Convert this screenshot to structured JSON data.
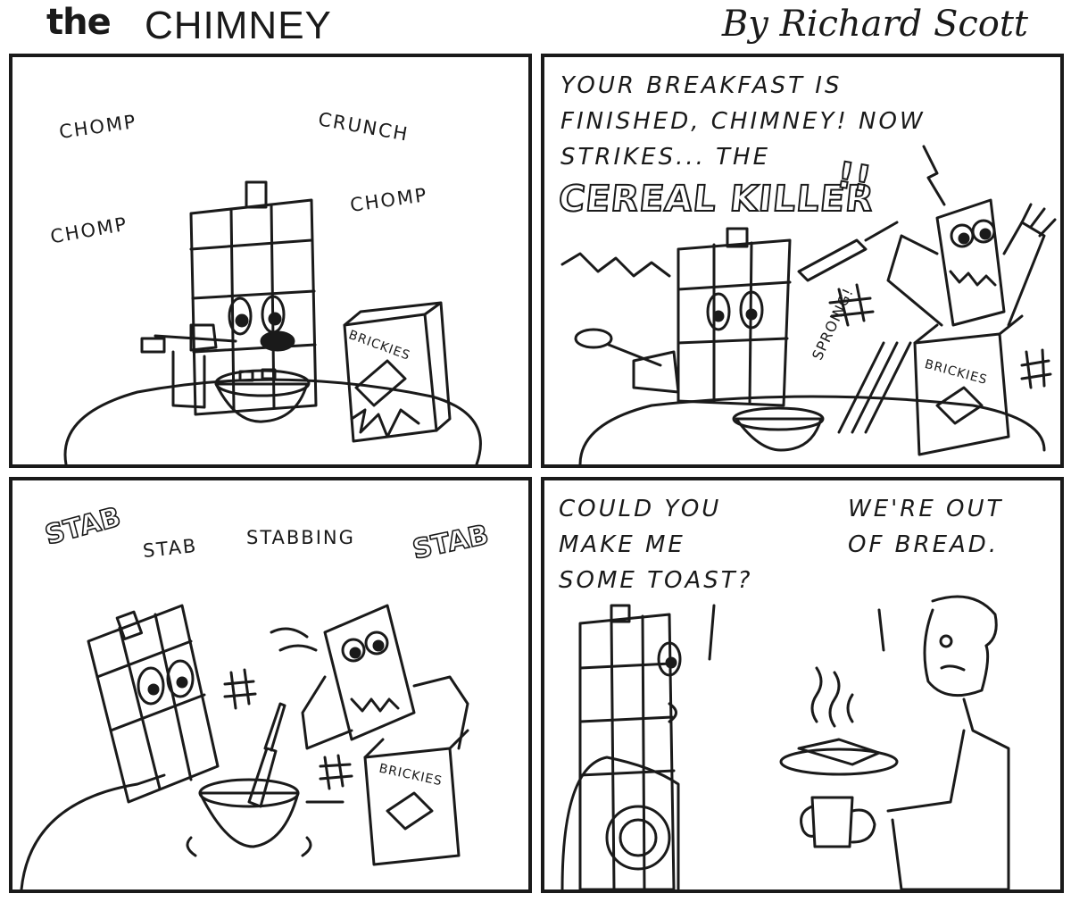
{
  "header": {
    "title_the": "the",
    "title_main": "CHIMNEY",
    "byline": "By Richard Scott"
  },
  "panel1": {
    "sfx": [
      "CHOMP",
      "CRUNCH",
      "CHOMP",
      "CHOMP"
    ],
    "cereal_box": "BRICKIES"
  },
  "panel2": {
    "narration": "YOUR BREAKFAST IS\nFINISHED, CHIMNEY! NOW\nSTRIKES... THE",
    "villain_name": "CEREAL KILLER",
    "villain_punct": "!!",
    "sfx_sproing": "SPROING!",
    "cereal_box": "BRICKIES"
  },
  "panel3": {
    "sfx_stab_1": "STAB",
    "sfx_stab_2": "STAB",
    "sfx_stabbing": "STABBING",
    "sfx_stab_3": "STAB",
    "cereal_box": "BRICKIES"
  },
  "panel4": {
    "chimney_line": "COULD YOU\nMAKE ME\nSOME TOAST?",
    "person_line": "WE'RE OUT\nOF BREAD."
  }
}
